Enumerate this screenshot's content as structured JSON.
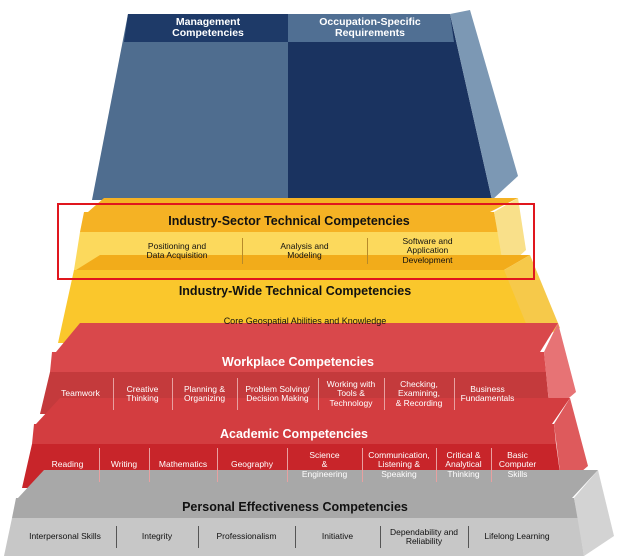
{
  "top_tier": {
    "left_title": "Management\nCompetencies",
    "right_title": "Occupation-Specific\nRequirements"
  },
  "tiers": {
    "industry_sector": {
      "title": "Industry-Sector Technical Competencies",
      "items": [
        "Positioning and\nData Acquisition",
        "Analysis and\nModeling",
        "Software and\nApplication\nDevelopment"
      ],
      "highlighted": true
    },
    "industry_wide": {
      "title": "Industry-Wide Technical Competencies",
      "items": [
        "Core Geospatial Abilities and Knowledge"
      ]
    },
    "workplace": {
      "title": "Workplace Competencies",
      "items": [
        "Teamwork",
        "Creative\nThinking",
        "Planning &\nOrganizing",
        "Problem Solving/\nDecision Making",
        "Working with\nTools &\nTechnology",
        "Checking,\nExamining,\n& Recording",
        "Business\nFundamentals"
      ]
    },
    "academic": {
      "title": "Academic Competencies",
      "items": [
        "Reading",
        "Writing",
        "Mathematics",
        "Geography",
        "Science\n&\nEngineering",
        "Communication,\nListening &\nSpeaking",
        "Critical &\nAnalytical\nThinking",
        "Basic\nComputer\nSkills"
      ]
    },
    "personal": {
      "title": "Personal Effectiveness Competencies",
      "items": [
        "Interpersonal Skills",
        "Integrity",
        "Professionalism",
        "Initiative",
        "Dependability and\nReliability",
        "Lifelong Learning"
      ]
    }
  },
  "colors": {
    "top_left": "#4f6d8f",
    "top_right": "#1a3360",
    "top_header_left": "#1e3a68",
    "top_header_right": "#506f93",
    "top_side": "#7c98b4",
    "sector_front": "#fcd95c",
    "sector_top": "#f5b224",
    "sector_side": "#f9e08a",
    "wide_front": "#fac72c",
    "wide_top": "#f2ac1a",
    "wide_side": "#f6c94a",
    "workplace_front": "#c43a3c",
    "workplace_top": "#d9484b",
    "workplace_side": "#e77375",
    "academic_front": "#c8252a",
    "academic_top": "#d33d40",
    "academic_side": "#de5a5c",
    "personal_front": "#c7c7c7",
    "personal_top": "#a8a8a8",
    "personal_side": "#d3d3d3",
    "highlight_border": "#e0161e"
  }
}
